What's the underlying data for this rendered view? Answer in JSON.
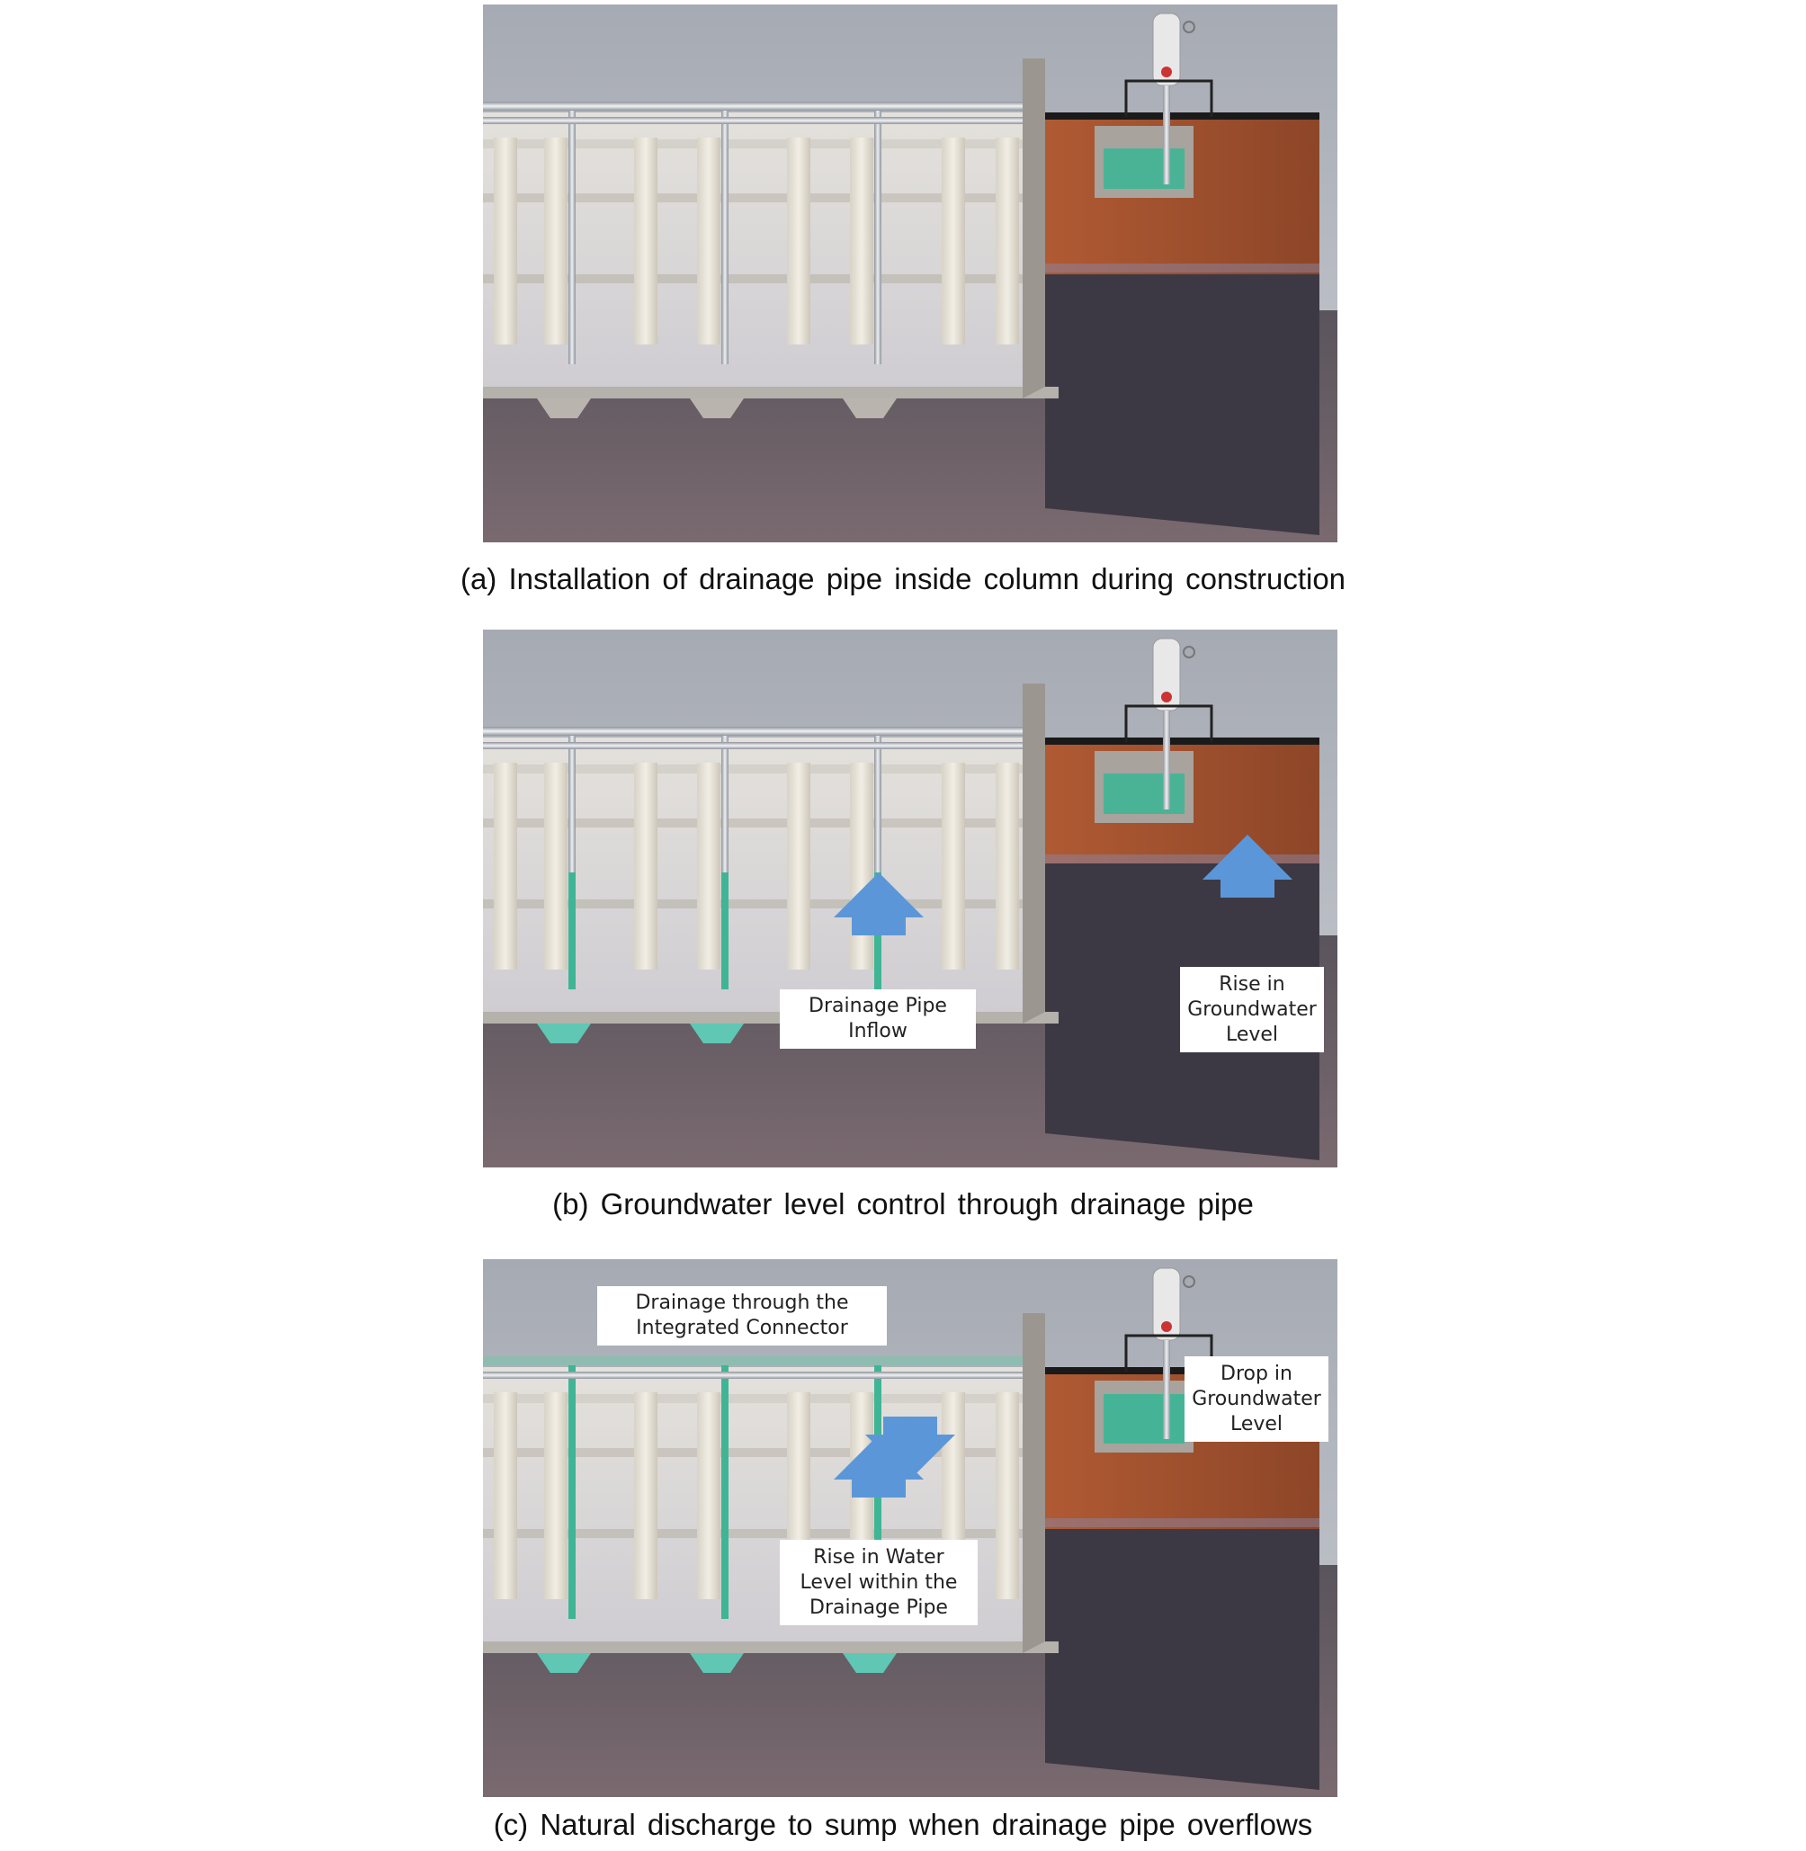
{
  "panels": [
    {
      "id": "a",
      "caption": "(a) Installation of drainage pipe inside column during construction",
      "callouts": []
    },
    {
      "id": "b",
      "caption": "(b) Groundwater level control through drainage pipe",
      "callouts": [
        {
          "key": "drainage-pipe-inflow",
          "lines": [
            "Drainage Pipe",
            "Inflow"
          ]
        },
        {
          "key": "rise-in-groundwater-level",
          "lines": [
            "Rise in",
            "Groundwater",
            "Level"
          ]
        }
      ]
    },
    {
      "id": "c",
      "caption": "(c) Natural discharge to sump when drainage pipe overflows",
      "callouts": [
        {
          "key": "drainage-through-connector",
          "lines": [
            "Drainage through the",
            "Integrated Connector"
          ]
        },
        {
          "key": "drop-in-groundwater-level",
          "lines": [
            "Drop in",
            "Groundwater",
            "Level"
          ]
        },
        {
          "key": "rise-in-water-level-pipe",
          "lines": [
            "Rise in Water",
            "Level within the",
            "Drainage Pipe"
          ]
        }
      ]
    }
  ],
  "colors": {
    "sky": "#9ea3ad",
    "wall": "#a9a49f",
    "earth": "#a0532f",
    "soil_dark": "#49434c",
    "water": "#3fb596",
    "arrow": "#5b97d8",
    "callout_bg": "#ffffff"
  }
}
